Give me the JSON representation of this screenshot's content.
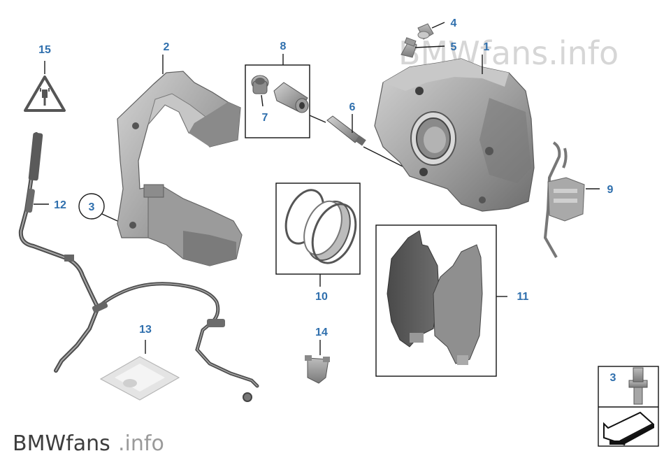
{
  "diagram": {
    "callouts": {
      "c1": "1",
      "c2": "2",
      "c3": "3",
      "c4": "4",
      "c5": "5",
      "c6": "6",
      "c7": "7",
      "c8": "8",
      "c9": "9",
      "c10": "10",
      "c11": "11",
      "c12": "12",
      "c13": "13",
      "c14": "14",
      "c15": "15",
      "c3_legend": "3"
    },
    "watermark": {
      "top": "BMWfans.info",
      "bottom_brand": "BMWfans",
      "bottom_suffix": ".info"
    },
    "colors": {
      "callout": "#2f6fad",
      "part_fill": "#9a9a9a",
      "part_dark": "#5c5c5c",
      "part_light": "#c8c8c8",
      "frame": "#111111"
    }
  }
}
